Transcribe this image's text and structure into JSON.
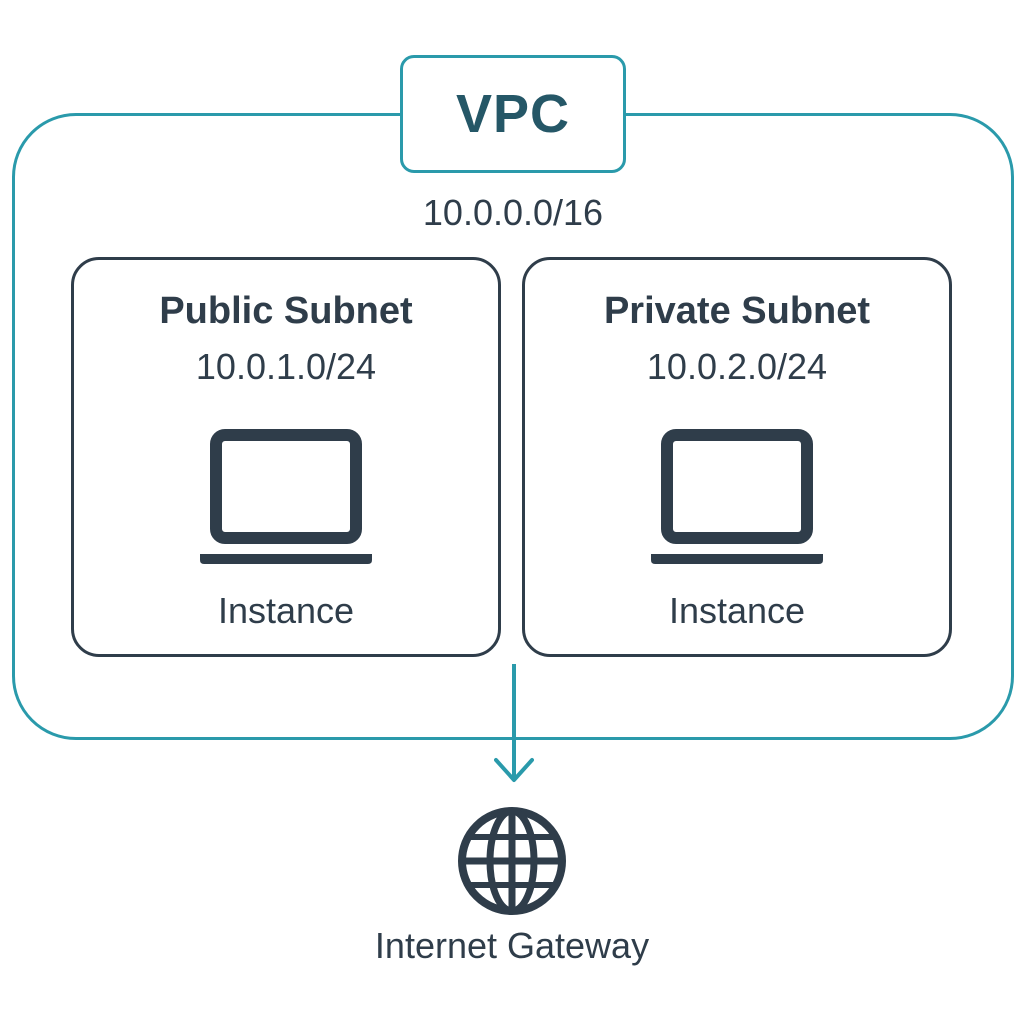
{
  "colors": {
    "vpc_border": "#2a9aab",
    "vpc_title": "#255767",
    "dark": "#2f3d4a",
    "background": "#ffffff"
  },
  "vpc": {
    "label": "VPC",
    "cidr": "10.0.0.0/16"
  },
  "subnets": [
    {
      "title": "Public Subnet",
      "cidr": "10.0.1.0/24",
      "icon": "laptop-icon",
      "instance_label": "Instance"
    },
    {
      "title": "Private Subnet",
      "cidr": "10.0.2.0/24",
      "icon": "laptop-icon",
      "instance_label": "Instance"
    }
  ],
  "gateway": {
    "label": "Internet Gateway",
    "icon": "globe-icon"
  }
}
